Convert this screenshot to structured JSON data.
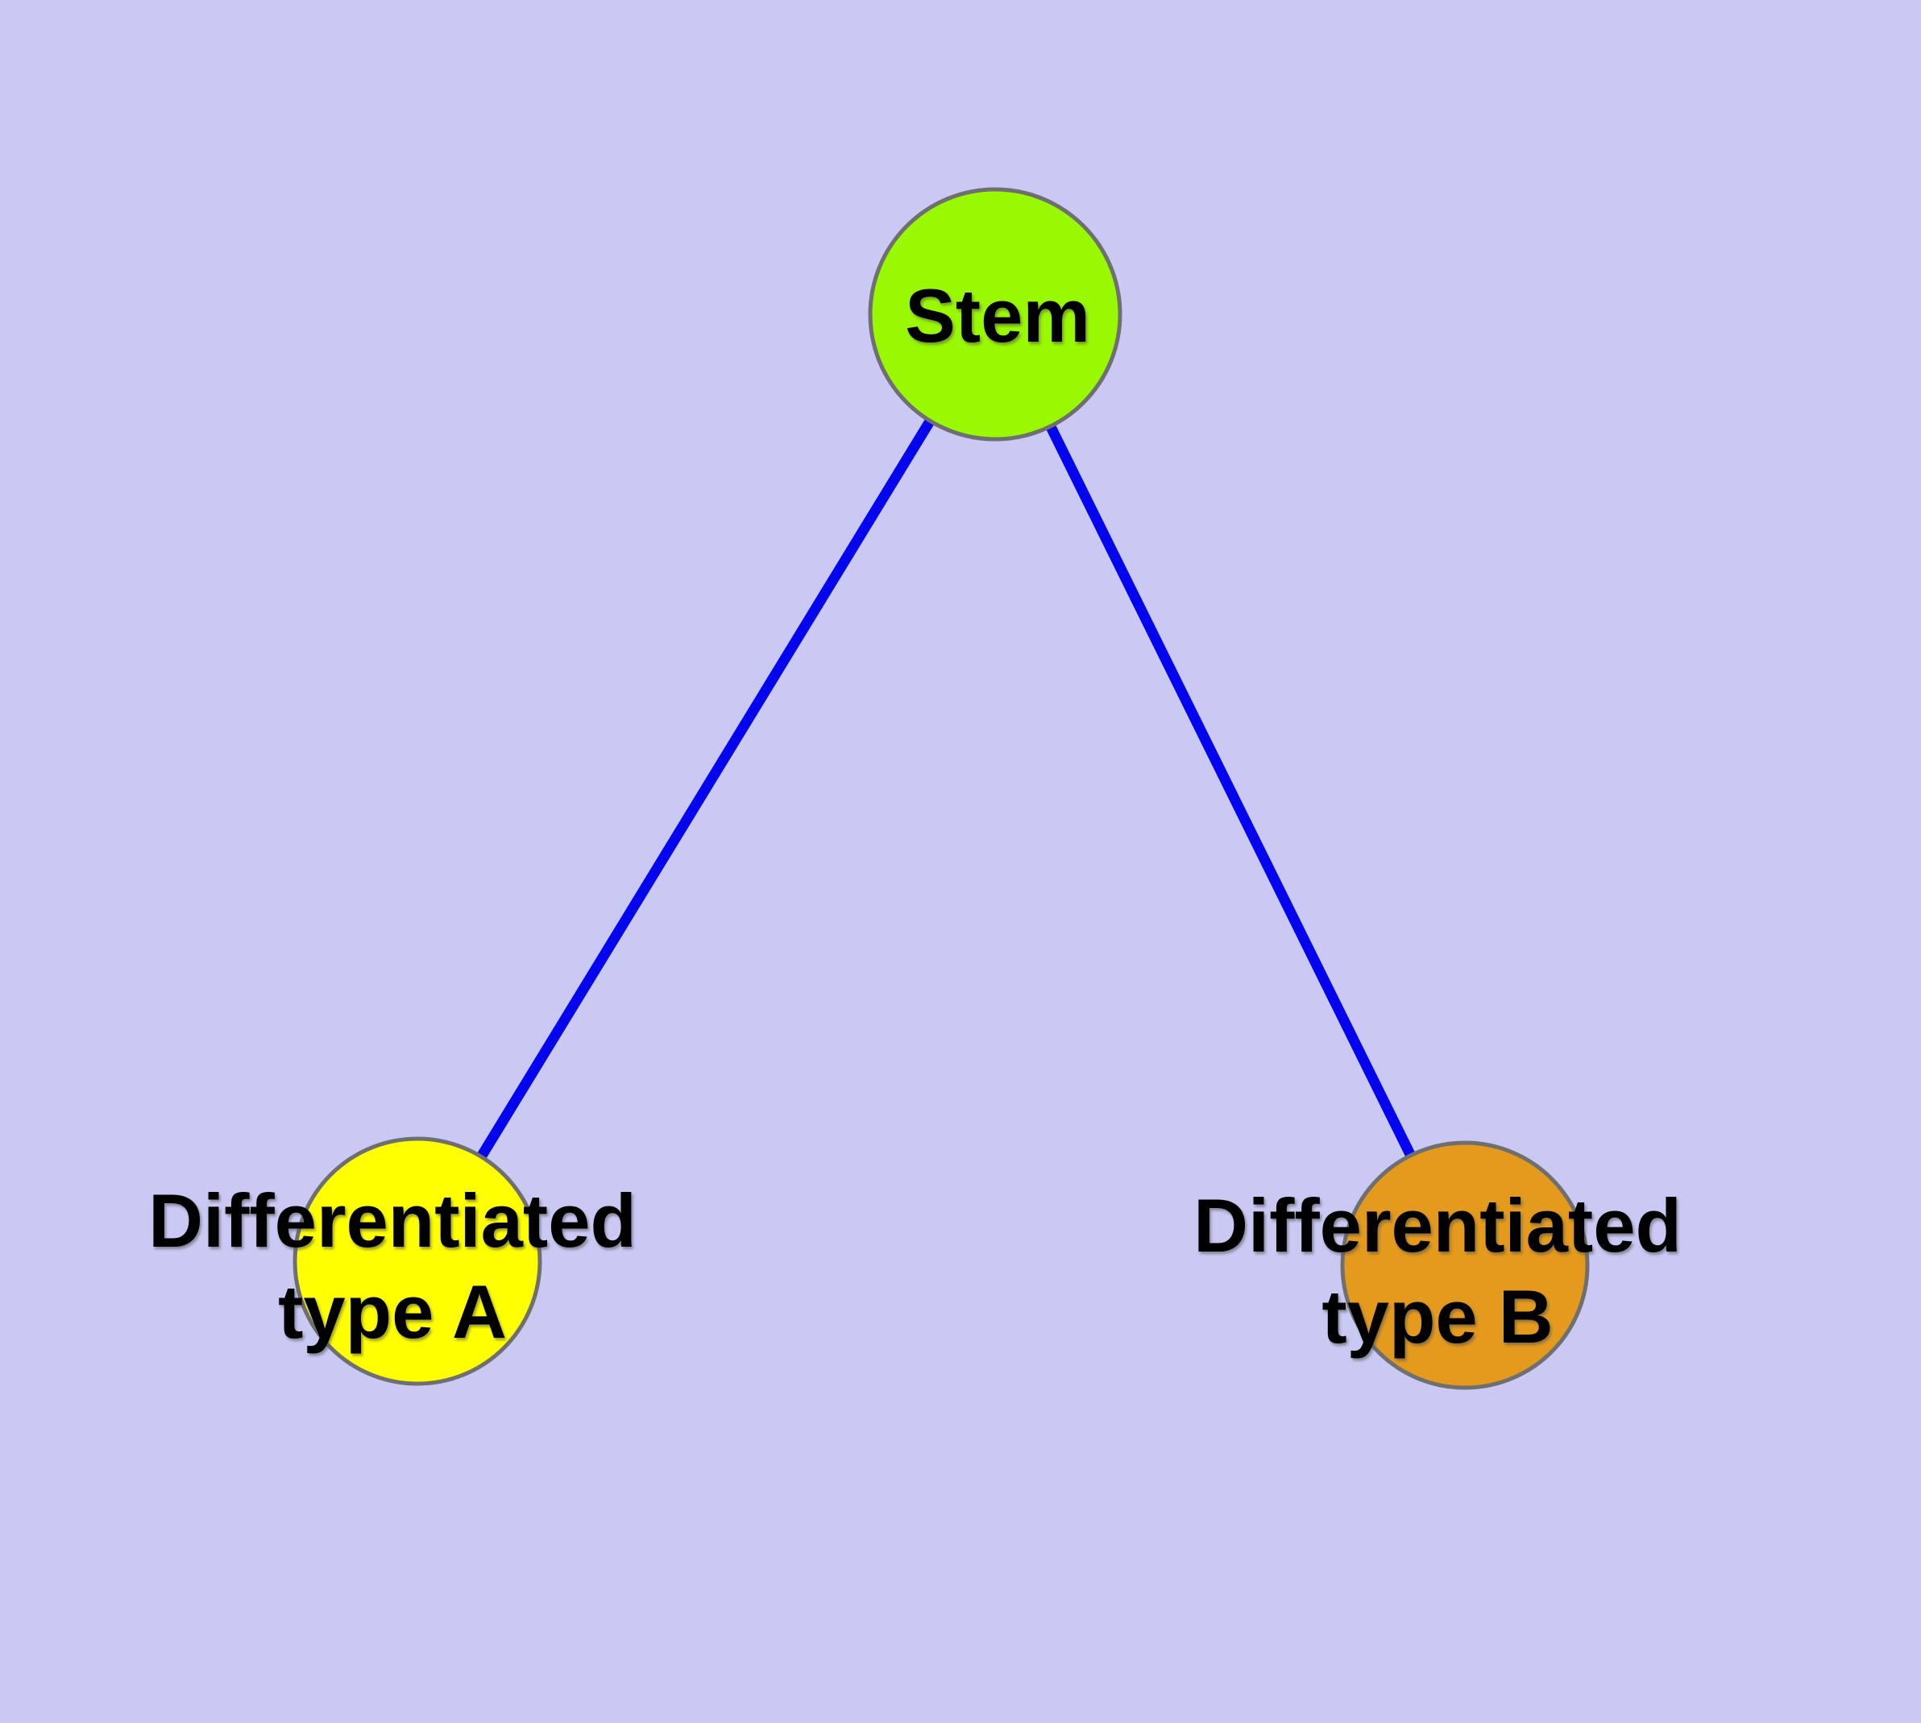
{
  "diagram": {
    "title": "",
    "background_color": "#c9c9f4",
    "edge_color": "#0404ef",
    "node_border_color": "#6f6f6f",
    "label_color": "#000000",
    "nodes": [
      {
        "id": "stem",
        "label": "Stem",
        "lines": [
          "Stem"
        ],
        "fill_color": "#99f900"
      },
      {
        "id": "differentiated-type-a",
        "label": "Differentiated type A",
        "lines": [
          "Differentiated",
          "type A"
        ],
        "fill_color": "#ffff00"
      },
      {
        "id": "differentiated-type-b",
        "label": "Differentiated type B",
        "lines": [
          "Differentiated",
          "type B"
        ],
        "fill_color": "#e49a1c"
      }
    ],
    "edges": [
      {
        "from": "stem",
        "to": "differentiated-type-a"
      },
      {
        "from": "stem",
        "to": "differentiated-type-b"
      }
    ]
  }
}
